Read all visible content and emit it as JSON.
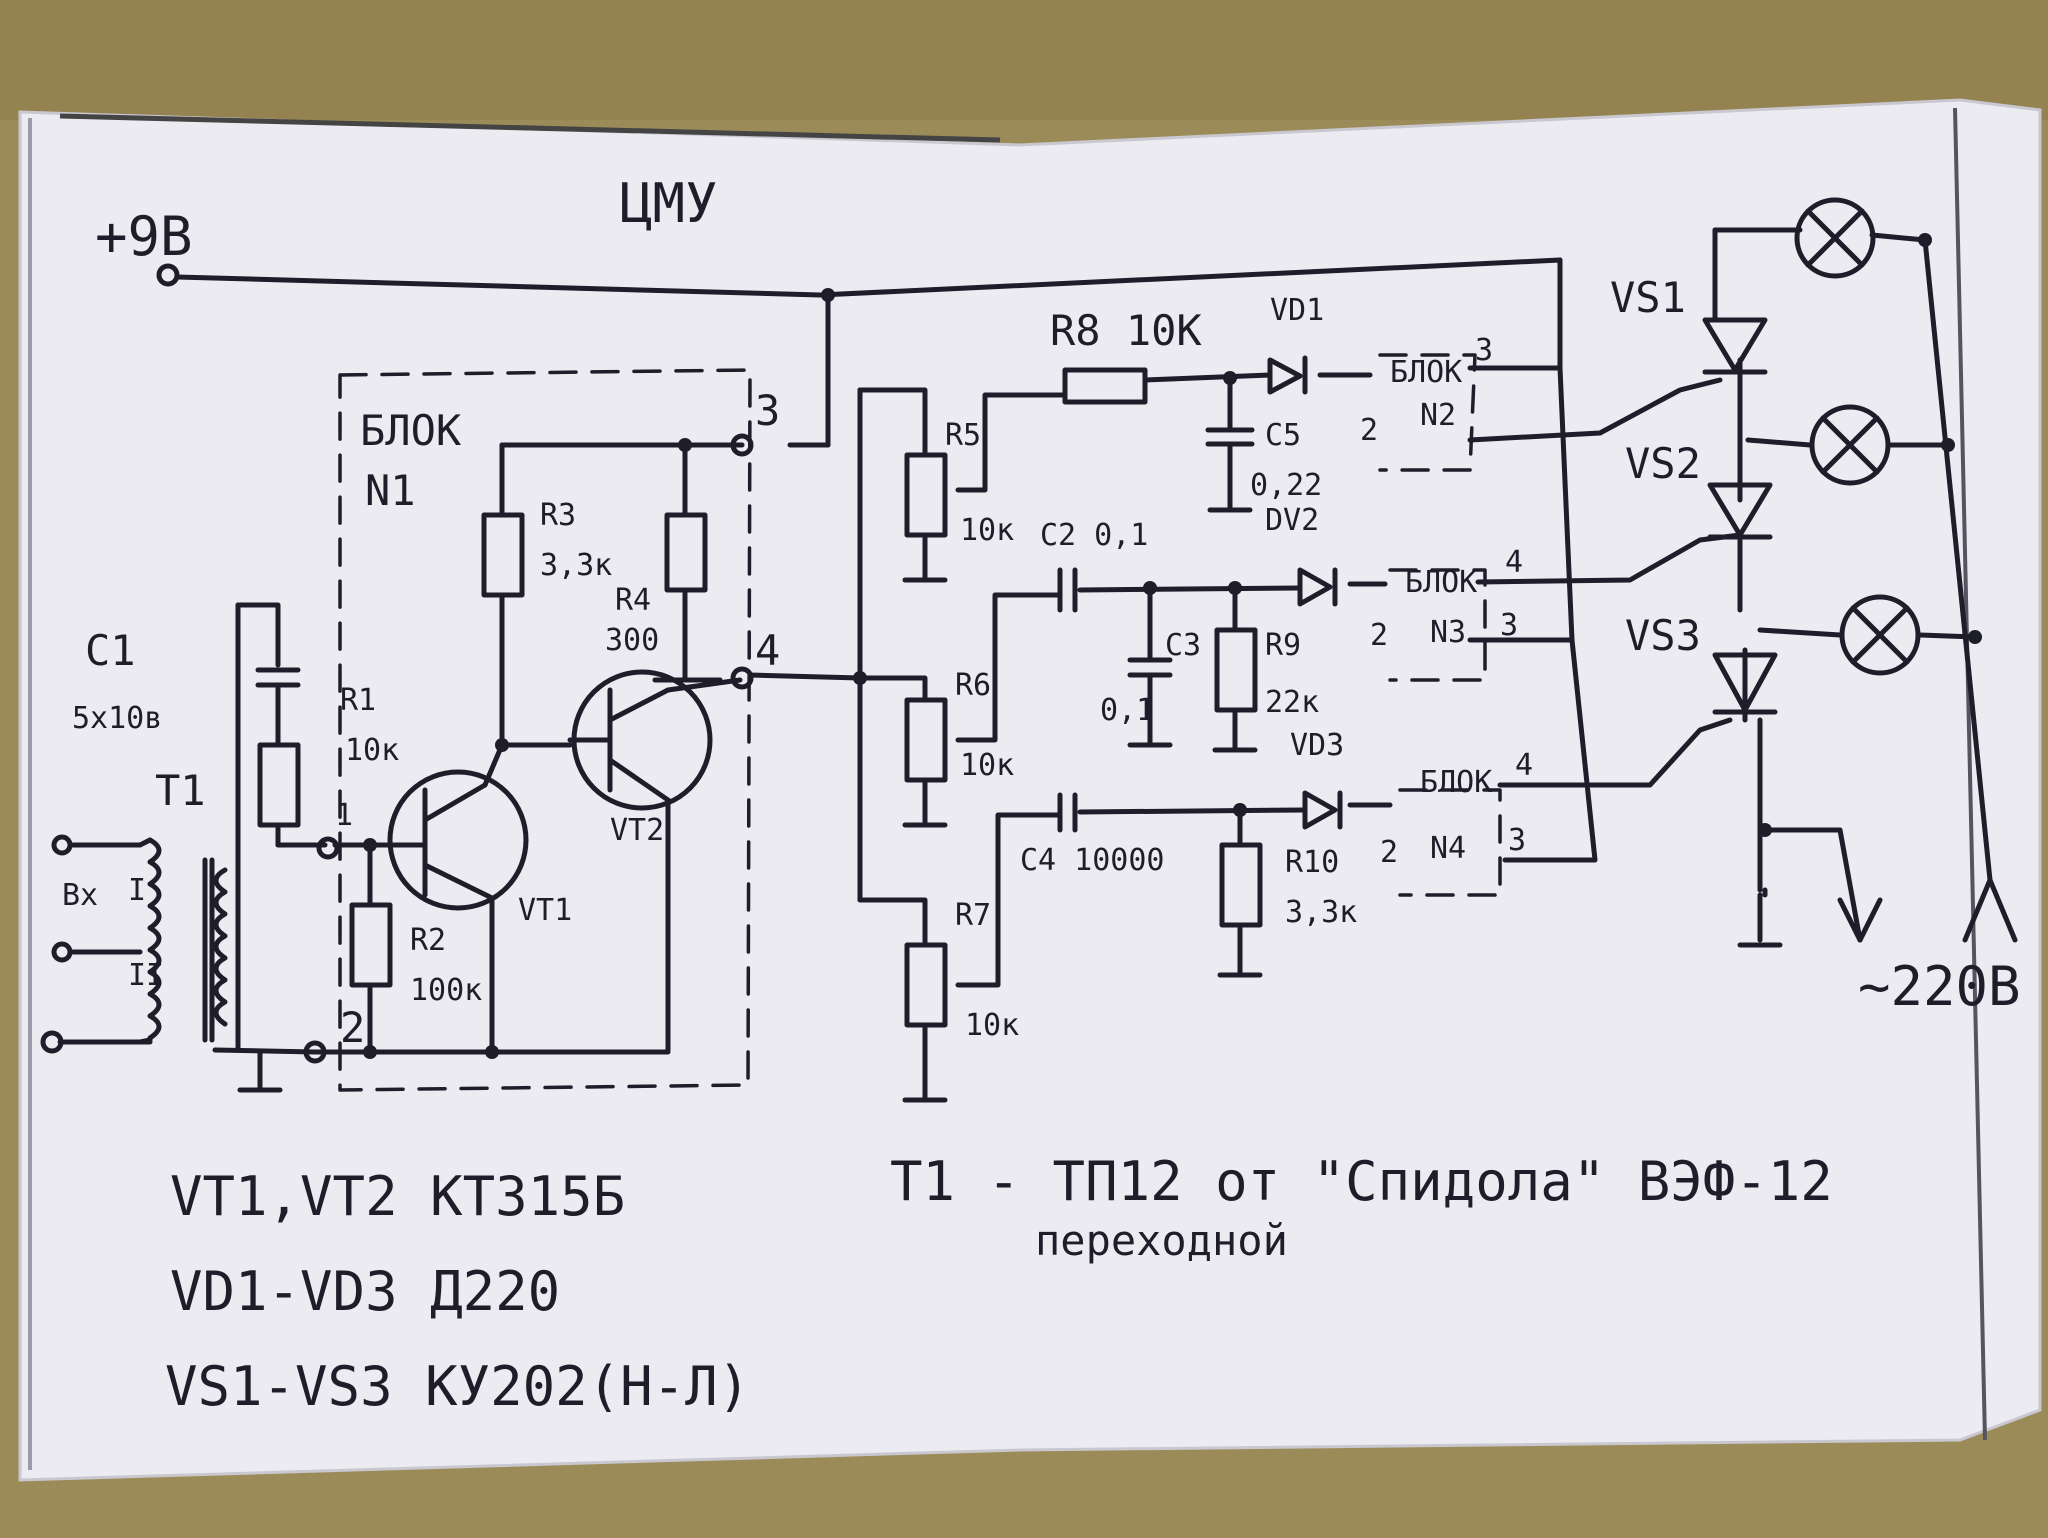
{
  "title": "ЦМУ",
  "power": {
    "plus": "+9В",
    "mains": "~220В"
  },
  "block1": {
    "label": "БЛОК",
    "num": "N1",
    "pin3": "3",
    "pin4": "4",
    "pin1": "1",
    "pin2": "2"
  },
  "components": {
    "c1": "C1",
    "c1_val": "5x10в",
    "t1": "T1",
    "input": "Вх",
    "w1": "I",
    "w2": "II",
    "r1": "R1",
    "r1_val": "10к",
    "r2": "R2",
    "r2_val": "100к",
    "r3": "R3",
    "r3_val": "3,3к",
    "r4": "R4",
    "r4_val": "300",
    "vt1": "VT1",
    "vt2": "VT2",
    "r5": "R5",
    "r5_val": "10к",
    "r6": "R6",
    "r6_val": "10к",
    "r7": "R7",
    "r7_val": "10к",
    "r8": "R8 10К",
    "vd1": "VD1",
    "dv2": "DV2",
    "vd3": "VD3",
    "c5": "C5",
    "c5_val": "0,22",
    "c2": "C2 0,1",
    "c3": "C3",
    "c3_val": "0,1",
    "r9": "R9",
    "r9_val": "22к",
    "c4": "C4 10000",
    "r10": "R10",
    "r10_val": "3,3к",
    "vs1": "VS1",
    "vs2": "VS2",
    "vs3": "VS3"
  },
  "blocks": {
    "b2": {
      "label": "БЛОК",
      "num": "N2",
      "pin_top": "3",
      "pin_left": "2"
    },
    "b3": {
      "label": "БЛОК",
      "pin_top": "4",
      "num": "N3",
      "pin_left": "2",
      "pin_right": "3"
    },
    "b4": {
      "label": "БЛОК",
      "pin_top": "4",
      "num": "N4",
      "pin_left": "2",
      "pin_right": "3"
    }
  },
  "notes": {
    "line1": "VT1,VT2  КТ315Б",
    "line2": "VD1-VD3  Д220",
    "line3": "VS1-VS3  КУ202(Н-Л)",
    "t1_note": "T1 - ТП12 от \"Спидола\" ВЭФ-12",
    "t1_note2": "переходной"
  },
  "colors": {
    "ink": "#1e1e2a",
    "paper": "#ecebf1",
    "table": "#9a8a57"
  }
}
